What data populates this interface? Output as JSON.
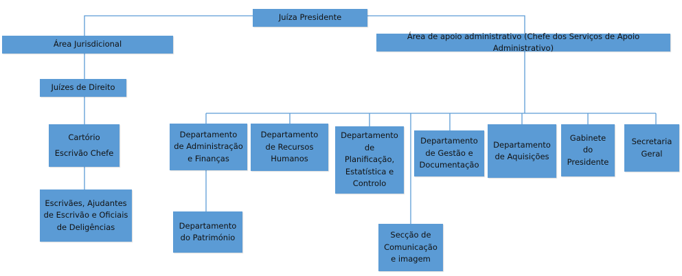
{
  "colors": {
    "box_fill": "#5b9bd5",
    "connector": "#5b9bd5",
    "text": "#111111",
    "background": "#ffffff"
  },
  "nodes": {
    "presidente": "Juíza Presidente",
    "area_jurisdicional": "Área Jurisdicional",
    "area_apoio": "Área de apoio administrativo (Chefe dos Serviços de Apoio Administrativo)",
    "juizes": "Juízes de Direito",
    "cartorio": "Cartório\nEscrivão Chefe",
    "escrivaes": "Escrivães, Ajudantes\nde Escrivão e Oficiais\nde Deligências",
    "dep_admin": "Departamento\nde Administração\ne Finanças",
    "dep_patrimonio": "Departamento\ndo Património",
    "dep_rh": "Departamento\nde Recursos\nHumanos",
    "dep_planificacao": "Departamento\nde\nPlanificação,\nEstatística e\nControlo",
    "seccao_comunicacao": "Secção de\nComunicação\ne imagem",
    "dep_gestao": "Departamento\nde Gestão e\nDocumentação",
    "dep_aquisicoes": "Departamento\nde Aquisições",
    "gabinete": "Gabinete\ndo\nPresidente",
    "secretaria": "Secretaria\nGeral"
  }
}
